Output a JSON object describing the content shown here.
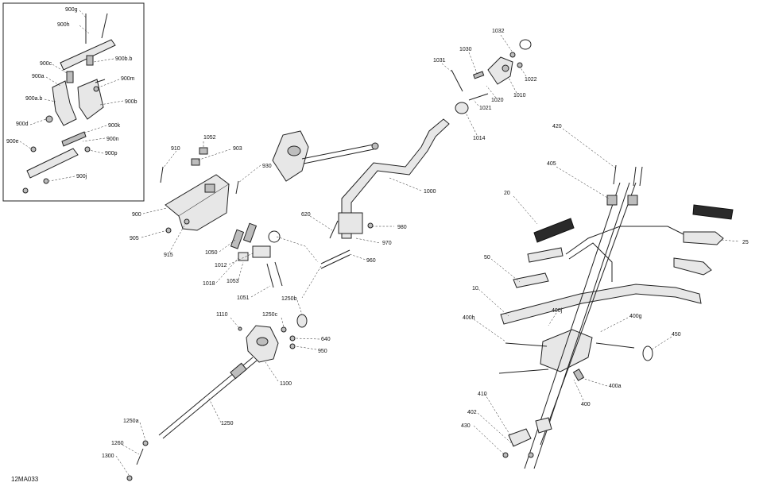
{
  "diagram_code": "12MA033",
  "callouts": {
    "c900g": "900g",
    "c900h": "900h",
    "c900c": "900c",
    "c900bb": "900b.b",
    "c900a": "900a",
    "c900m": "900m",
    "c900ab": "900a.b",
    "c900b": "900b",
    "c900d": "900d",
    "c900k": "900k",
    "c900n": "900n",
    "c900e": "900e",
    "c900p": "900p",
    "c900j": "900j",
    "c910": "910",
    "c1052": "1052",
    "c903": "903",
    "c930": "930",
    "c900": "900",
    "c905": "905",
    "c915": "915",
    "c1050": "1050",
    "c1012": "1012",
    "c1018": "1018",
    "c1053": "1053",
    "c1051": "1051",
    "c1031": "1031",
    "c1030": "1030",
    "c1032": "1032",
    "c1022": "1022",
    "c1020": "1020",
    "c1010": "1010",
    "c1021": "1021",
    "c1014": "1014",
    "c1000": "1000",
    "c620": "620",
    "c980": "980",
    "c970": "970",
    "c960": "960",
    "c1250b": "1250b",
    "c1110": "1110",
    "c1250c": "1250c",
    "c640": "640",
    "c950": "950",
    "c1100": "1100",
    "c1250": "1250",
    "c1250a": "1250a",
    "c1260": "1260",
    "c1300": "1300",
    "c420": "420",
    "c405": "405",
    "c20": "20",
    "c25": "25",
    "c50": "50",
    "c10": "10",
    "c400j": "400j",
    "c400h": "400h",
    "c400g": "400g",
    "c450": "450",
    "c400a": "400a",
    "c400": "400",
    "c410": "410",
    "c402": "402",
    "c430": "430"
  }
}
